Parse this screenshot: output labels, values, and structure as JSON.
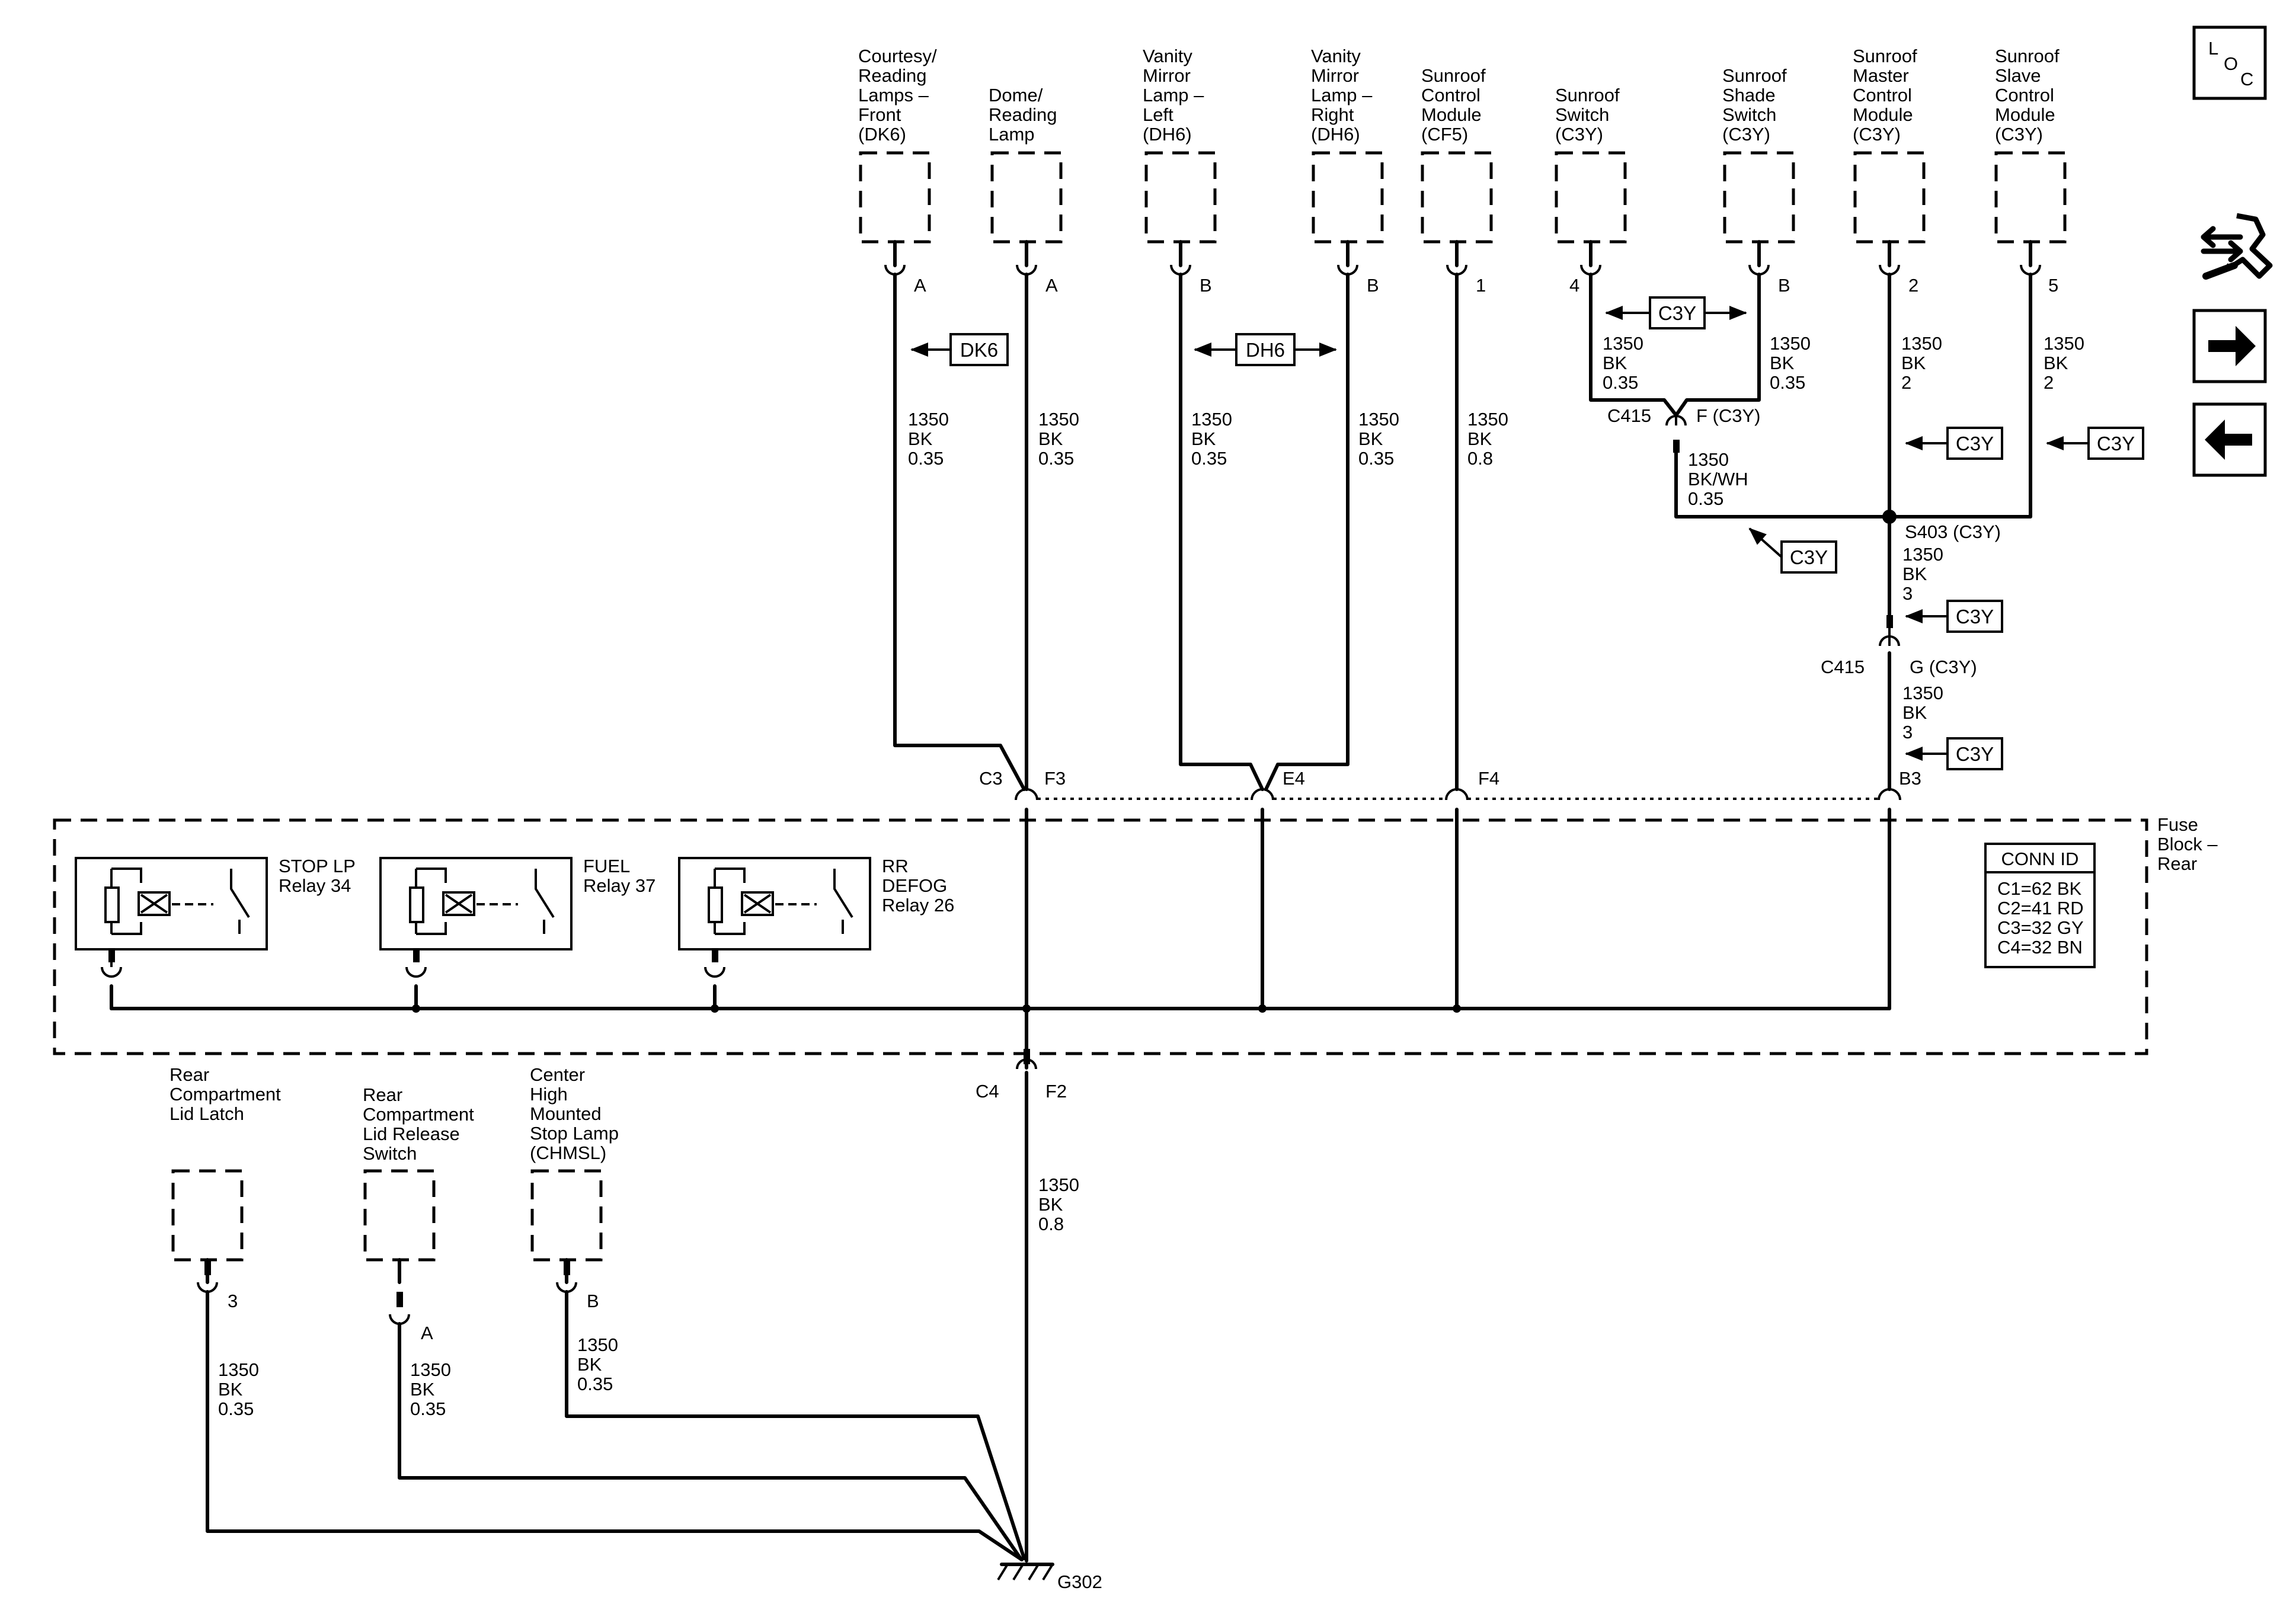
{
  "components": [
    {
      "lines": [
        "Courtesy/",
        "Reading",
        "Lamps –",
        "Front",
        "(DK6)"
      ],
      "pin": "A"
    },
    {
      "lines": [
        "Dome/",
        "Reading",
        "Lamp"
      ],
      "pin": "A"
    },
    {
      "lines": [
        "Vanity",
        "Mirror",
        "Lamp –",
        "Left",
        "(DH6)"
      ],
      "pin": "B"
    },
    {
      "lines": [
        "Vanity",
        "Mirror",
        "Lamp –",
        "Right",
        "(DH6)"
      ],
      "pin": "B"
    },
    {
      "lines": [
        "Sunroof",
        "Control",
        "Module",
        "(CF5)"
      ],
      "pin": "1"
    },
    {
      "lines": [
        "Sunroof",
        "Switch",
        "(C3Y)"
      ],
      "pin": "4"
    },
    {
      "lines": [
        "Sunroof",
        "Shade",
        "Switch",
        "(C3Y)"
      ],
      "pin": "B"
    },
    {
      "lines": [
        "Sunroof",
        "Master",
        "Control",
        "Module",
        "(C3Y)"
      ],
      "pin": "2"
    },
    {
      "lines": [
        "Sunroof",
        "Slave",
        "Control",
        "Module",
        "(C3Y)"
      ],
      "pin": "5"
    },
    {
      "lines": [
        "Rear",
        "Compartment",
        "Lid Latch"
      ],
      "pin": "3"
    },
    {
      "lines": [
        "Rear",
        "Compartment",
        "Lid Release",
        "Switch"
      ],
      "pin": "A"
    },
    {
      "lines": [
        "Center",
        "High",
        "Mounted",
        "Stop Lamp",
        "(CHMSL)"
      ],
      "pin": "B"
    }
  ],
  "wires": [
    {
      "lines": [
        "1350",
        "BK",
        "0.35"
      ]
    },
    {
      "lines": [
        "1350",
        "BK",
        "0.35"
      ]
    },
    {
      "lines": [
        "1350",
        "BK",
        "0.35"
      ]
    },
    {
      "lines": [
        "1350",
        "BK",
        "0.35"
      ]
    },
    {
      "lines": [
        "1350",
        "BK",
        "0.8"
      ]
    },
    {
      "lines": [
        "1350",
        "BK",
        "0.35"
      ]
    },
    {
      "lines": [
        "1350",
        "BK",
        "0.35"
      ]
    },
    {
      "lines": [
        "1350",
        "BK",
        "2"
      ]
    },
    {
      "lines": [
        "1350",
        "BK",
        "2"
      ]
    },
    {
      "lines": [
        "1350",
        "BK/WH",
        "0.35"
      ]
    },
    {
      "lines": [
        "1350",
        "BK",
        "3"
      ]
    },
    {
      "lines": [
        "1350",
        "BK",
        "3"
      ]
    },
    {
      "lines": [
        "1350",
        "BK",
        "0.8"
      ]
    },
    {
      "lines": [
        "1350",
        "BK",
        "0.35"
      ]
    },
    {
      "lines": [
        "1350",
        "BK",
        "0.35"
      ]
    },
    {
      "lines": [
        "1350",
        "BK",
        "0.35"
      ]
    }
  ],
  "options": {
    "dk6": "DK6",
    "dh6": "DH6",
    "c3y": "C3Y"
  },
  "connectors": {
    "c415": "C415",
    "c415_f": "F (C3Y)",
    "c415_g": "G (C3Y)",
    "splice": "S403 (C3Y)",
    "c3": "C3",
    "f3": "F3",
    "e4": "E4",
    "f4": "F4",
    "b3": "B3",
    "c4": "C4",
    "f2": "F2",
    "ground": "G302"
  },
  "fuse_block": {
    "lines": [
      "Fuse",
      "Block –",
      "Rear"
    ],
    "relays": [
      {
        "lines": [
          "STOP LP",
          "Relay 34"
        ]
      },
      {
        "lines": [
          "FUEL",
          "Relay 37"
        ]
      },
      {
        "lines": [
          "RR",
          "DEFOG",
          "Relay 26"
        ]
      }
    ]
  },
  "conn_id": {
    "title": "CONN ID",
    "rows": [
      "C1=62 BK",
      "C2=41 RD",
      "C3=32 GY",
      "C4=32 BN"
    ]
  },
  "side_icons": {
    "loc": {
      "l": "L",
      "o": "O",
      "c": "C"
    },
    "icons": [
      "component-location-icon",
      "wrench-arrows-icon",
      "next-arrow-icon",
      "previous-arrow-icon"
    ]
  }
}
